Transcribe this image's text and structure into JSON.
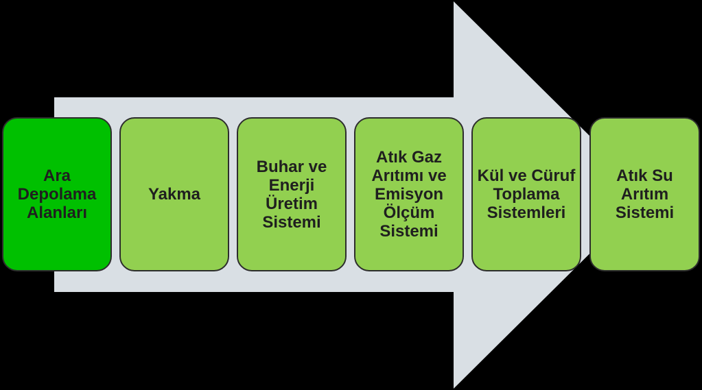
{
  "diagram": {
    "arrow_color": "#d9dfe4",
    "steps": [
      {
        "label": "Ara Depolama Alanları",
        "color": "#00c000"
      },
      {
        "label": "Yakma",
        "color": "#92d050"
      },
      {
        "label": "Buhar ve Enerji Üretim Sistemi",
        "color": "#92d050"
      },
      {
        "label": "Atık Gaz Arıtımı ve Emisyon Ölçüm Sistemi",
        "color": "#92d050"
      },
      {
        "label": "Kül ve Cüruf Toplama Sistemleri",
        "color": "#92d050"
      },
      {
        "label": "Atık Su Arıtım Sistemi",
        "color": "#92d050"
      }
    ]
  }
}
